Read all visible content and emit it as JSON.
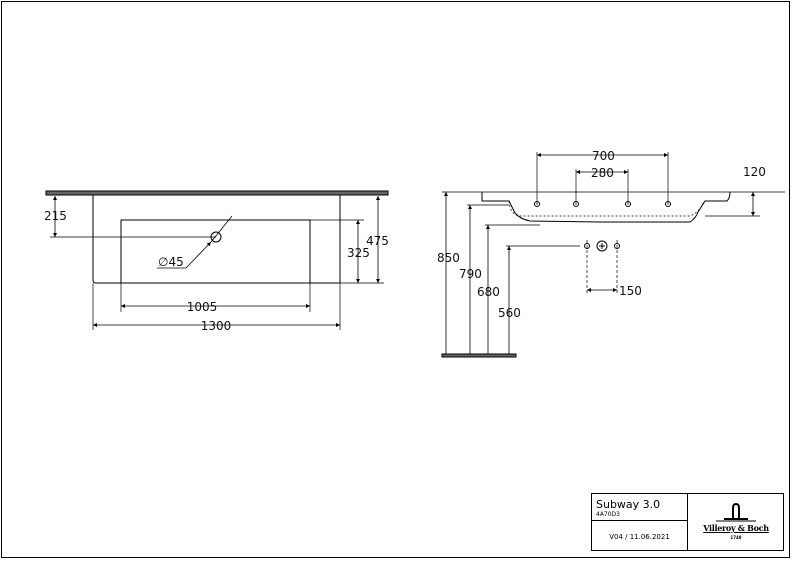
{
  "drawing": {
    "top_view_dims": {
      "d215": "215",
      "d475": "475",
      "d325": "325",
      "d45": "∅45",
      "d1005": "1005",
      "d1300": "1300"
    },
    "side_view_dims": {
      "d700": "700",
      "d280": "280",
      "d120": "120",
      "d850": "850",
      "d790": "790",
      "d680": "680",
      "d560": "560",
      "d150": "150"
    }
  },
  "title_block": {
    "product": "Subway 3.0",
    "code": "4A70D3",
    "version": "V04 / 11.06.2021",
    "brand": "Villeroy & Boch",
    "brand_year": "1748"
  }
}
